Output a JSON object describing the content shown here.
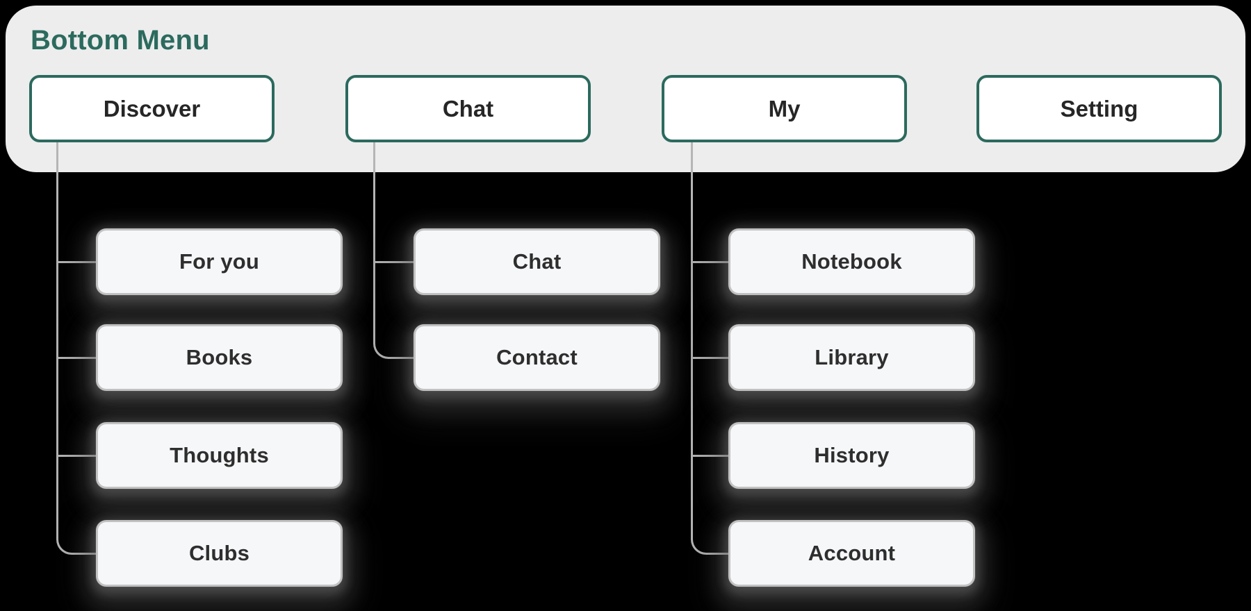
{
  "panel": {
    "title": "Bottom Menu"
  },
  "menu": {
    "items": [
      {
        "label": "Discover",
        "children": [
          {
            "label": "For you"
          },
          {
            "label": "Books"
          },
          {
            "label": "Thoughts"
          },
          {
            "label": "Clubs"
          }
        ]
      },
      {
        "label": "Chat",
        "children": [
          {
            "label": "Chat"
          },
          {
            "label": "Contact"
          }
        ]
      },
      {
        "label": "My",
        "children": [
          {
            "label": "Notebook"
          },
          {
            "label": "Library"
          },
          {
            "label": "History"
          },
          {
            "label": "Account"
          }
        ]
      },
      {
        "label": "Setting",
        "children": []
      }
    ]
  },
  "colors": {
    "accent": "#2C6A5E",
    "panel_bg": "#EDEDED",
    "canvas_bg": "#000000",
    "node_bg": "#F6F7F9",
    "node_border": "#C2C2C2",
    "connector": "#B5B5B5"
  }
}
